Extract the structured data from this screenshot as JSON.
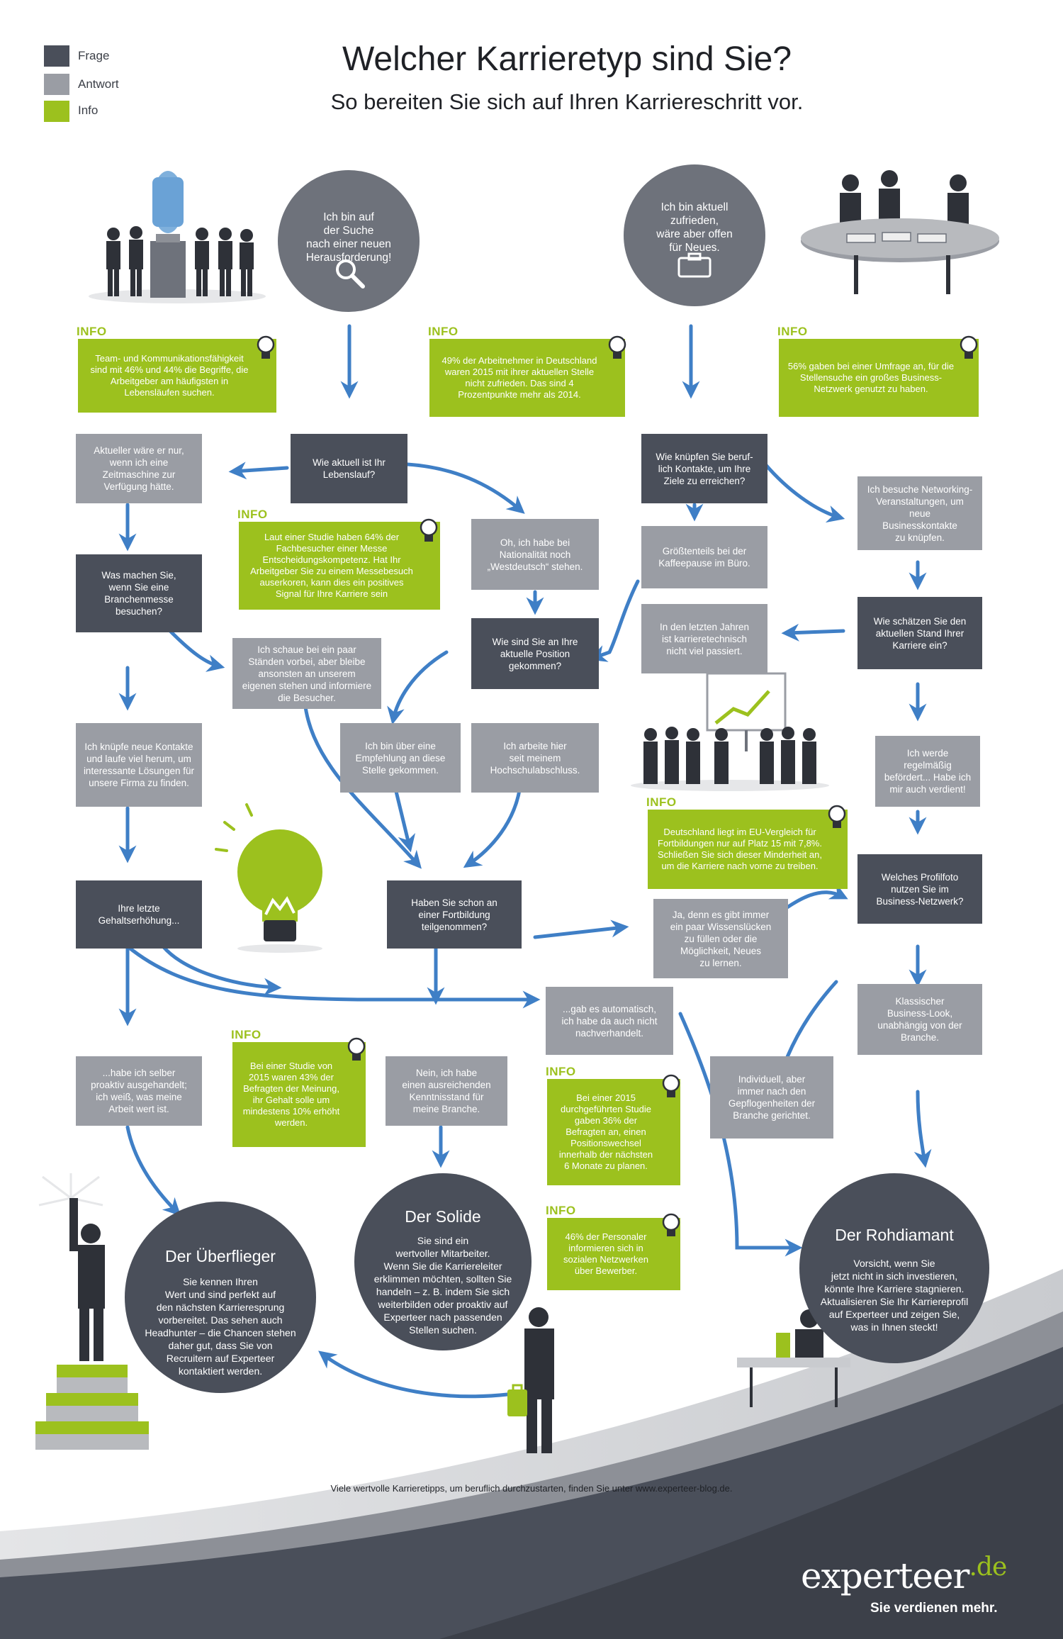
{
  "legend": [
    {
      "label": "Frage",
      "color": "#4a4f5a"
    },
    {
      "label": "Antwort",
      "color": "#9a9da4"
    },
    {
      "label": "Info",
      "color": "#9cc11e"
    }
  ],
  "header": {
    "title": "Welcher Karrieretyp sind Sie?",
    "subtitle": "So bereiten Sie sich auf Ihren Karriereschritt vor."
  },
  "start": {
    "left": "Ich bin auf\nder Suche\nnach einer neuen\nHerausforderung!",
    "right": "Ich bin aktuell\nzufrieden,\nwäre aber offen\nfür Neues."
  },
  "info_label": "INFO",
  "info": {
    "i1": "Team- und Kommunikationsfähigkeit sind mit 46% und 44% die Begriffe, die Arbeitgeber am häufigsten in Lebensläufen suchen.",
    "i2": "49% der Arbeitnehmer in Deutschland waren 2015 mit ihrer aktuellen Stelle nicht zufrieden. Das sind 4 Prozentpunkte mehr als 2014.",
    "i3": "56% gaben bei einer Umfrage an, für die Stellensuche ein großes Business-Netzwerk genutzt zu haben.",
    "i4": "Laut einer Studie haben 64% der Fachbesucher einer Messe Entscheidungskompetenz. Hat Ihr Arbeitgeber Sie zu einem Messebesuch auserkoren, kann dies ein positives Signal für Ihre Karriere sein",
    "i5": "Deutschland liegt im EU-Vergleich für Fortbildungen nur auf Platz 15 mit 7,8%. Schließen Sie sich dieser Minderheit an, um die Karriere nach vorne zu treiben.",
    "i6": "Bei einer Studie von 2015 waren 43% der Befragten der Meinung, ihr Gehalt solle um mindestens 10% erhöht werden.",
    "i7": "Bei einer 2015 durchgeführten Studie gaben 36% der Befragten an, einen Positionswechsel innerhalb der nächsten 6 Monate zu planen.",
    "i8": "46% der Personaler informieren sich in sozialen Netzwerken über Bewerber."
  },
  "questions": {
    "q1": "Wie aktuell ist Ihr\nLebenslauf?",
    "q2": "Wie knüpfen Sie beruf-\nlich Kontakte, um Ihre\nZiele zu erreichen?",
    "q3": "Was machen Sie,\nwenn Sie eine\nBranchenmesse\nbesuchen?",
    "q4": "Wie sind Sie an Ihre\naktuelle Position\ngekommen?",
    "q5": "Wie schätzen Sie den\naktuellen Stand Ihrer\nKarriere ein?",
    "q6": "Ihre letzte\nGehaltserhöhung...",
    "q7": "Haben Sie schon an\neiner Fortbildung\nteilgenommen?",
    "q8": "Welches Profilfoto\nnutzen Sie im\nBusiness-Netzwerk?"
  },
  "answers": {
    "a1": "Aktueller wäre er nur,\nwenn ich eine\nZeitmaschine zur\nVerfügung hätte.",
    "a2": "Oh, ich habe bei\nNationalität noch\n„Westdeutsch“ stehen.",
    "a3": "Größtenteils bei der\nKaffeepause im Büro.",
    "a4": "Ich besuche Networking-\nVeranstaltungen, um neue\nBusinesskontakte\nzu knüpfen.",
    "a5": "Ich schaue bei ein paar\nStänden vorbei, aber bleibe\nansonsten an unserem\neigenen stehen und informiere\ndie Besucher.",
    "a6": "In den letzten Jahren\nist karrieretechnisch\nnicht viel passiert.",
    "a7": "Ich knüpfe neue Kontakte\nund laufe viel herum, um\ninteressante Lösungen für\nunsere Firma zu finden.",
    "a8": "Ich bin über eine\nEmpfehlung an diese\nStelle gekommen.",
    "a9": "Ich arbeite hier\nseit meinem\nHochschulabschluss.",
    "a10": "Ich werde regelmäßig\nbefördert... Habe ich\nmir auch verdient!",
    "a11": "Ja, denn es gibt immer\nein paar Wissenslücken\nzu füllen oder die\nMöglichkeit, Neues\nzu lernen.",
    "a12": "...gab es automatisch,\nich habe da auch nicht\nnachverhandelt.",
    "a13": "Klassischer\nBusiness-Look,\nunabhängig von der\nBranche.",
    "a14": "...habe ich selber\nproaktiv ausgehandelt;\nich weiß, was meine\nArbeit wert ist.",
    "a15": "Nein, ich habe\neinen ausreichenden\nKenntnisstand für\nmeine Branche.",
    "a16": "Individuell, aber\nimmer nach den\nGepflogenheiten der\nBranche gerichtet."
  },
  "results": {
    "r1": {
      "title": "Der Überflieger",
      "text": "Sie kennen Ihren\nWert und sind perfekt auf\nden nächsten Karrieresprung\nvorbereitet. Das sehen auch\nHeadhunter – die Chancen stehen\ndaher gut, dass Sie von\nRecruitern auf Experteer\nkontaktiert werden."
    },
    "r2": {
      "title": "Der Solide",
      "text": "Sie sind ein\nwertvoller Mitarbeiter.\nWenn Sie die Karriereleiter\nerklimmen möchten, sollten Sie\nhandeln – z. B. indem Sie sich\nweiterbilden oder proaktiv auf\nExperteer nach passenden\nStellen suchen."
    },
    "r3": {
      "title": "Der Rohdiamant",
      "text": "Vorsicht, wenn Sie\njetzt nicht in sich investieren,\nkönnte Ihre Karriere stagnieren.\nAktualisieren Sie Ihr Karriereprofil\nauf Experteer und zeigen Sie,\nwas in Ihnen steckt!"
    }
  },
  "footer": {
    "note": "Viele wertvolle Karrieretipps, um beruflich durchzustarten, finden Sie unter www.experteer-blog.de.",
    "logo_main": "experteer",
    "logo_tld": ".de",
    "tagline": "Sie verdienen mehr."
  },
  "colors": {
    "question": "#4a4f5a",
    "answer": "#9a9da4",
    "info": "#9cc11e",
    "arrow": "#3f7fc6"
  }
}
